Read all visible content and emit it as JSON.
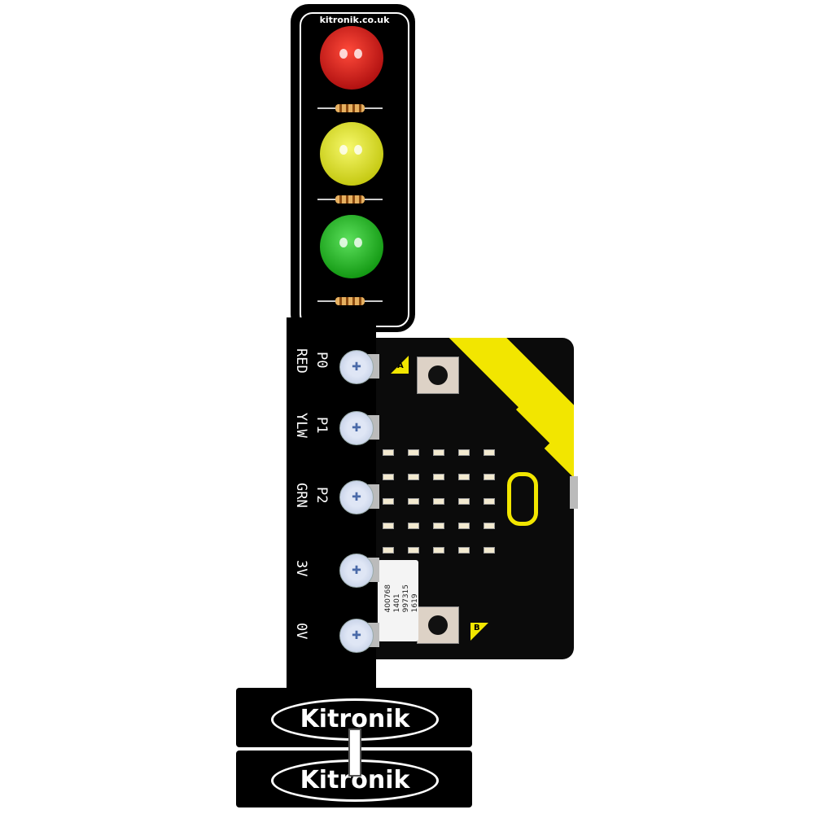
{
  "header": {
    "website": "kitronik.co.uk"
  },
  "lights": [
    {
      "name": "red",
      "color": "#d9201c"
    },
    {
      "name": "yellow",
      "color": "#e4e82a"
    },
    {
      "name": "green",
      "color": "#22b422"
    }
  ],
  "pins": [
    {
      "pin": "P0",
      "label": "RED"
    },
    {
      "pin": "P1",
      "label": "YLW"
    },
    {
      "pin": "P2",
      "label": "GRN"
    },
    {
      "pin": "",
      "label": "3V"
    },
    {
      "pin": "",
      "label": "0V"
    }
  ],
  "microbit": {
    "button_a": "A",
    "button_b": "B",
    "label_lines": [
      "400768",
      "1401",
      "997315",
      "1619"
    ],
    "accent": "#f2e600"
  },
  "brand": {
    "logo_top": "Kitronik",
    "logo_bottom": "Kitronik"
  }
}
